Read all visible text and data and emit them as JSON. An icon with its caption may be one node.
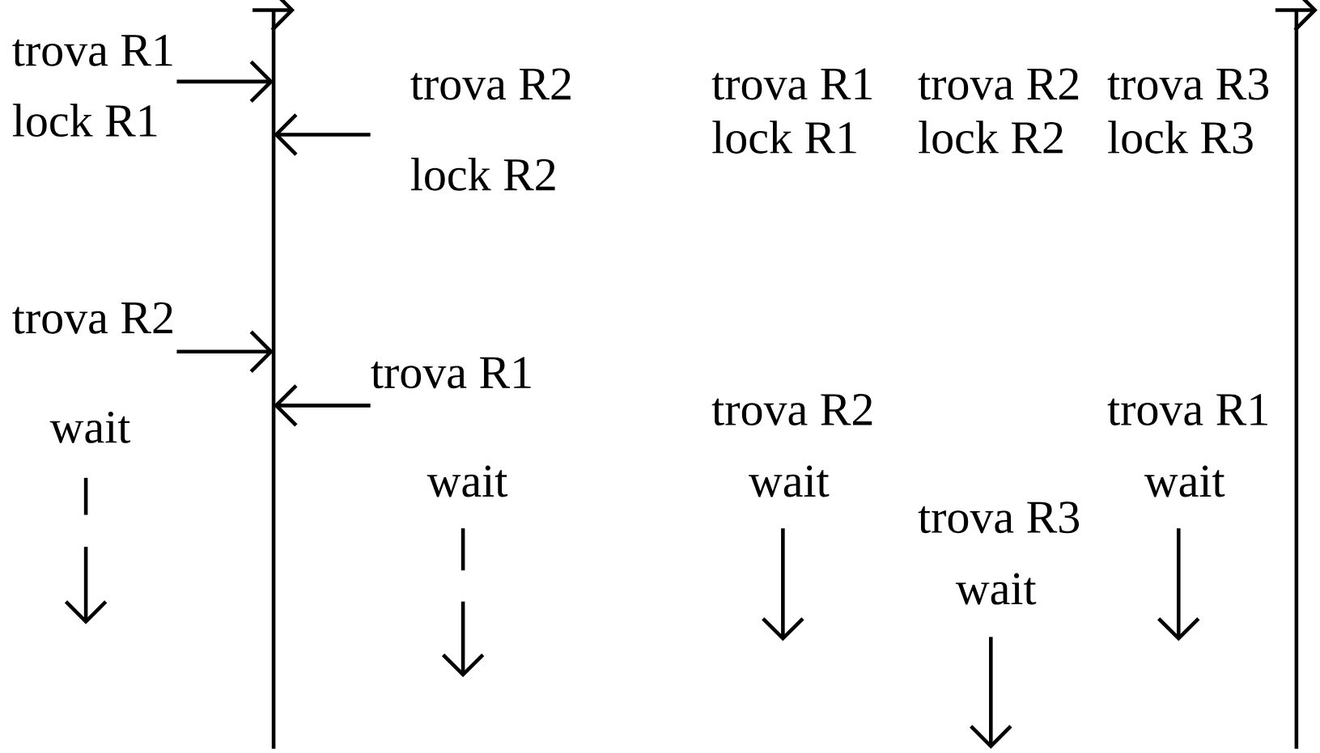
{
  "diagram": {
    "labels": [
      "trova R1",
      "trova R2",
      "trova R1",
      "trova R2",
      "trova R3",
      "lock R1",
      "lock R1",
      "lock R2",
      "lock R3",
      "lock R2",
      "trova R2",
      "trova R1",
      "trova R2",
      "trova R1",
      "wait",
      "wait",
      "wait",
      "wait",
      "trova R3",
      "wait"
    ]
  }
}
